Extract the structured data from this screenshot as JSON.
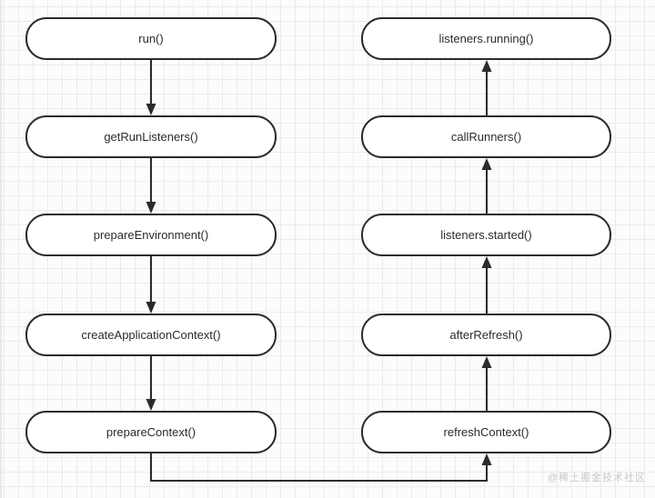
{
  "diagram": {
    "title_semantic": "SpringApplication run() flow",
    "left_column": [
      {
        "label": "run()"
      },
      {
        "label": "getRunListeners()"
      },
      {
        "label": "prepareEnvironment()"
      },
      {
        "label": "createApplicationContext()"
      },
      {
        "label": "prepareContext()"
      }
    ],
    "right_column": [
      {
        "label": "listeners.running()"
      },
      {
        "label": "callRunners()"
      },
      {
        "label": "listeners.started()"
      },
      {
        "label": "afterRefresh()"
      },
      {
        "label": "refreshContext()"
      }
    ],
    "flow": [
      "run() -> getRunListeners()",
      "getRunListeners() -> prepareEnvironment()",
      "prepareEnvironment() -> createApplicationContext()",
      "createApplicationContext() -> prepareContext()",
      "prepareContext() -> refreshContext()",
      "refreshContext() -> afterRefresh()",
      "afterRefresh() -> listeners.started()",
      "listeners.started() -> callRunners()",
      "callRunners() -> listeners.running()"
    ],
    "colors": {
      "node_border": "#2b2b2b",
      "node_fill": "#ffffff",
      "node_text": "#2b2b2b",
      "arrow": "#2b2b2b",
      "grid_line": "#ebebeb",
      "background": "#fcfcfc",
      "watermark": "#c9c9c9"
    }
  },
  "watermark": {
    "text": "@稀土掘金技术社区"
  }
}
